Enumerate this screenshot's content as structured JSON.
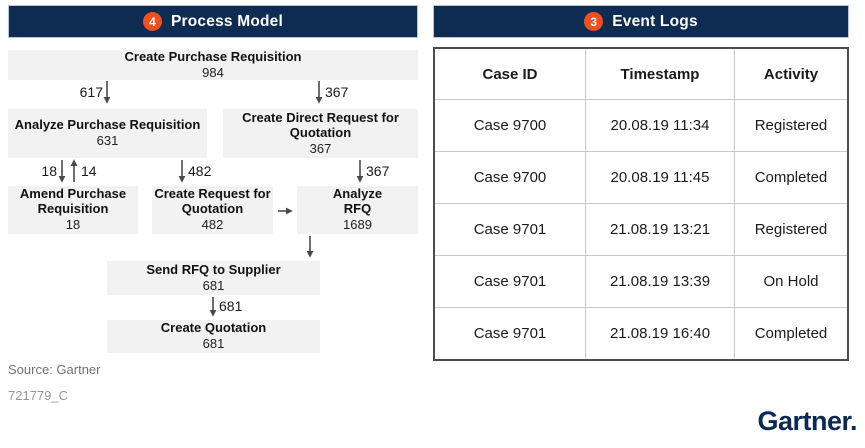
{
  "colors": {
    "navy": "#0E2B52",
    "orange": "#F0501F",
    "node_gray": "#F2F2F2",
    "arrow_gray": "#4A4A4A",
    "table_outer_border": "#4D4D4D",
    "table_grid": "#C9C9C9",
    "muted_text": "#6E7276"
  },
  "process_model": {
    "badge": "4",
    "title": "Process Model",
    "nodes": [
      {
        "title": "Create Purchase Requisition",
        "count": "984"
      },
      {
        "title": "Analyze Purchase Requisition",
        "count": "631"
      },
      {
        "title": "Create Direct Request for Quotation",
        "count": "367"
      },
      {
        "title": "Amend Purchase Requisition",
        "count": "18"
      },
      {
        "title": "Create Request for Quotation",
        "count": "482"
      },
      {
        "title": "Analyze RFQ",
        "count": "1689"
      },
      {
        "title": "Send RFQ to Supplier",
        "count": "681"
      },
      {
        "title": "Create Quotation",
        "count": "681"
      }
    ],
    "edges": [
      {
        "label": "617",
        "from": "Create Purchase Requisition",
        "to": "Analyze Purchase Requisition"
      },
      {
        "label": "367",
        "from": "Create Purchase Requisition",
        "to": "Create Direct Request for Quotation"
      },
      {
        "label": "18",
        "from": "Analyze Purchase Requisition",
        "to": "Amend Purchase Requisition"
      },
      {
        "label": "14",
        "from": "Amend Purchase Requisition",
        "to": "Analyze Purchase Requisition"
      },
      {
        "label": "482",
        "from": "Analyze Purchase Requisition",
        "to": "Create Request for Quotation"
      },
      {
        "label": "367",
        "from": "Create Direct Request for Quotation",
        "to": "Analyze RFQ"
      },
      {
        "label": "",
        "from": "Create Request for Quotation",
        "to": "Analyze RFQ"
      },
      {
        "label": "",
        "from": "Analyze RFQ",
        "to": "Send RFQ to Supplier"
      },
      {
        "label": "681",
        "from": "Send RFQ to Supplier",
        "to": "Create Quotation"
      }
    ]
  },
  "event_logs": {
    "badge": "3",
    "title": "Event Logs",
    "columns": [
      "Case ID",
      "Timestamp",
      "Activity"
    ],
    "rows": [
      [
        "Case 9700",
        "20.08.19 11:34",
        "Registered"
      ],
      [
        "Case 9700",
        "20.08.19 11:45",
        "Completed"
      ],
      [
        "Case 9701",
        "21.08.19 13:21",
        "Registered"
      ],
      [
        "Case 9701",
        "21.08.19 13:39",
        "On Hold"
      ],
      [
        "Case 9701",
        "21.08.19 16:40",
        "Completed"
      ]
    ]
  },
  "footer": {
    "source": "Source: Gartner",
    "doc_id": "721779_C",
    "logo": "Gartner."
  }
}
